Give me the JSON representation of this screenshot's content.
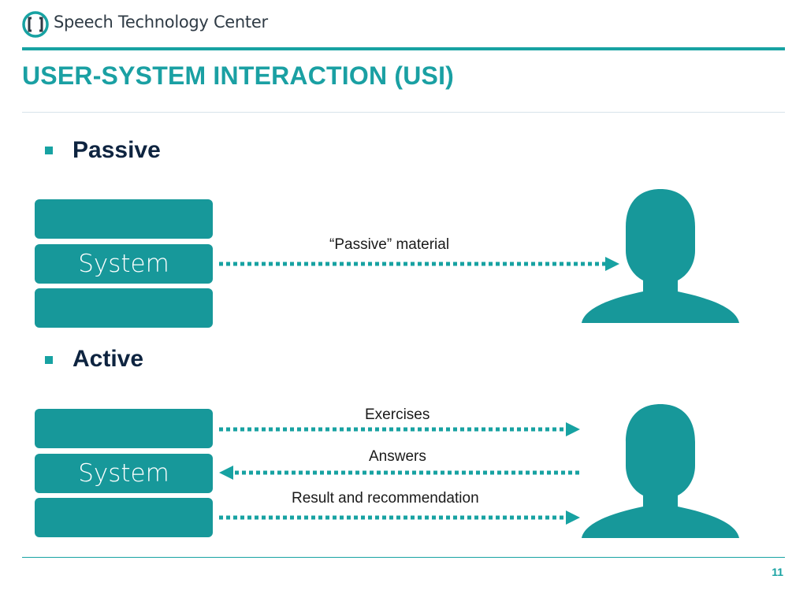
{
  "header": {
    "brand_name": "Speech Technology Center",
    "logo_icon": "bracket-circle-logo-icon"
  },
  "slide": {
    "title": "USER-SYSTEM INTERACTION (USI)",
    "page_number": "11"
  },
  "passive": {
    "bullet": "Passive",
    "system_label": "System",
    "flows": [
      {
        "label": "“Passive” material",
        "direction": "to-user"
      }
    ]
  },
  "active": {
    "bullet": "Active",
    "system_label": "System",
    "flows": [
      {
        "label": "Exercises",
        "direction": "to-user"
      },
      {
        "label": "Answers",
        "direction": "to-system"
      },
      {
        "label": "Result and recommendation",
        "direction": "to-user"
      }
    ]
  },
  "colors": {
    "accent": "#17a2a2",
    "box": "#17989a",
    "title": "#1aa0a3",
    "bullet_text": "#0e2440"
  },
  "icons": {
    "person": "user-silhouette-icon",
    "bullet": "square-bullet-icon"
  }
}
